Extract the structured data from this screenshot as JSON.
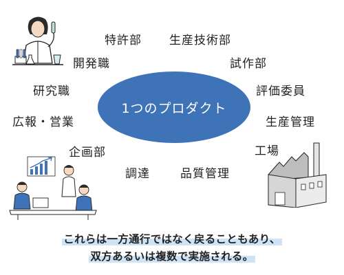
{
  "center": {
    "label": "1つのプロダクト",
    "color": "#3f73b8"
  },
  "departments": {
    "patent": "特許部",
    "prod_tech": "生産技術部",
    "dev": "開発職",
    "prototype": "試作部",
    "research": "研究職",
    "evaluation": "評価委員",
    "pr_sales": "広報・営業",
    "prod_mgmt": "生産管理",
    "planning": "企画部",
    "factory": "工場",
    "procurement": "調達",
    "quality": "品質管理"
  },
  "caption": {
    "line1": "これらは一方通行ではなく戻ることもあり、",
    "line2": "双方あるいは複数で実施される。"
  },
  "icons": {
    "scientist": "scientist-icon",
    "meeting": "meeting-icon",
    "factory": "factory-icon"
  }
}
